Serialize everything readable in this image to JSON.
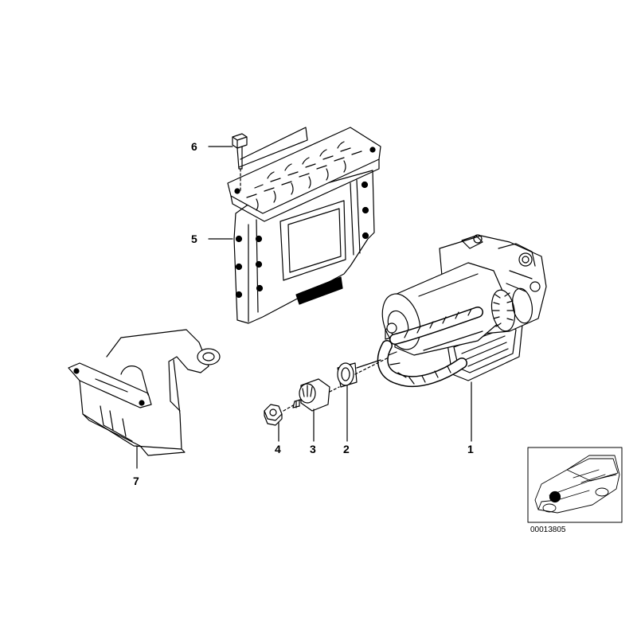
{
  "callouts": {
    "c1": "1",
    "c2": "2",
    "c3": "3",
    "c4": "4",
    "c5": "5",
    "c6": "6",
    "c7": "7"
  },
  "diagram_id": "00013805",
  "icons": {
    "part_1": "abs-hydraulic-unit-icon",
    "part_2": "rubber-bushing-icon",
    "part_3": "rubber-mount-icon",
    "part_4": "hex-nut-icon",
    "part_5": "control-module-icon",
    "part_6": "bolt-icon",
    "part_7": "bracket-icon",
    "locator": "car-location-icon"
  },
  "colors": {
    "line": "#000000",
    "background": "#ffffff",
    "marker": "#000000"
  }
}
